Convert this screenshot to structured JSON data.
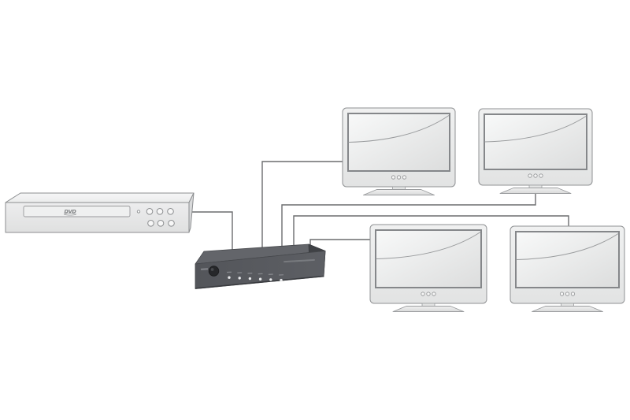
{
  "diagram": {
    "type": "connection-diagram",
    "title": "DVD player connected through a 4-port AV splitter to four monitors",
    "devices": [
      {
        "id": "dvd-player",
        "kind": "dvd-player",
        "label": "DVD",
        "front_buttons": 6,
        "indicator_lights": 1
      },
      {
        "id": "splitter",
        "kind": "av-splitter-switch",
        "front_leds": 6,
        "knob": true
      },
      {
        "id": "monitor-1",
        "kind": "monitor",
        "position": "top-left",
        "front_buttons": 3
      },
      {
        "id": "monitor-2",
        "kind": "monitor",
        "position": "top-right",
        "front_buttons": 3
      },
      {
        "id": "monitor-3",
        "kind": "monitor",
        "position": "bottom-left",
        "front_buttons": 3
      },
      {
        "id": "monitor-4",
        "kind": "monitor",
        "position": "bottom-right",
        "front_buttons": 3
      }
    ],
    "connections": [
      {
        "from": "dvd-player",
        "to": "splitter"
      },
      {
        "from": "splitter",
        "to": "monitor-1"
      },
      {
        "from": "splitter",
        "to": "monitor-2"
      },
      {
        "from": "splitter",
        "to": "monitor-4"
      },
      {
        "from": "splitter",
        "to": "monitor-3"
      }
    ]
  },
  "labels": {
    "dvd_logo": "DVD"
  },
  "colors": {
    "background": "#ffffff",
    "cable": "#6b6d6f",
    "device_fill_light": "#eaebeb",
    "device_border": "#8c8e90",
    "screen_border": "#85878a",
    "splitter_top": "#63656a",
    "splitter_front": "#55575c",
    "splitter_side": "#3f4145",
    "led": "#e8e9eb"
  }
}
